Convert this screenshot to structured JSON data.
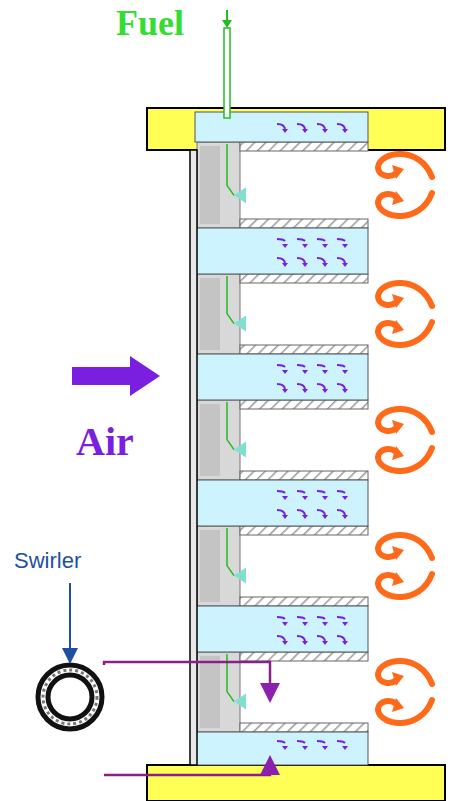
{
  "diagram": {
    "labels": [
      "Fuel",
      "Air",
      "Swirler"
    ]
  }
}
